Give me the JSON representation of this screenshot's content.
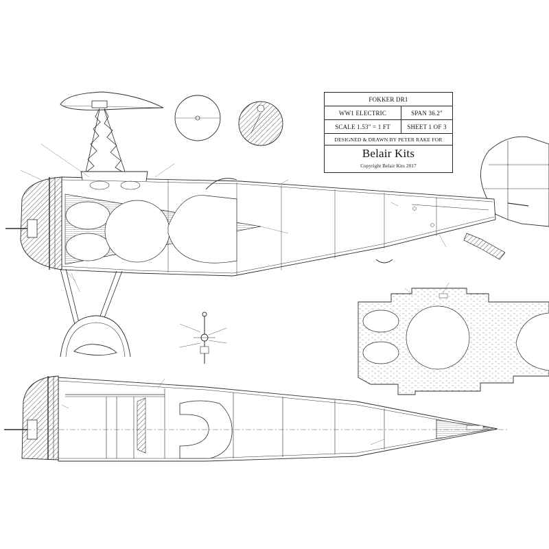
{
  "title_block": {
    "model": "FOKKER DR1",
    "type": "WW1 ELECTRIC",
    "span": "SPAN 36.2\"",
    "scale": "SCALE 1.53\" = 1 FT",
    "sheet": "SHEET 1 OF 3",
    "designer": "DESIGNED & DRAWN BY PETER RAKE FOR",
    "brand": "Belair Kits",
    "copyright": "Copyright Belair Kits 2017"
  },
  "drawing": {
    "line_color": "#2a2a2a",
    "hatch_color": "#555555",
    "background": "#ffffff",
    "views": [
      "fuselage-side-view",
      "fuselage-top-view",
      "former-detail",
      "rudder-outline",
      "wheel-detail",
      "strut-airfoil-section",
      "tailplane-detail"
    ]
  }
}
